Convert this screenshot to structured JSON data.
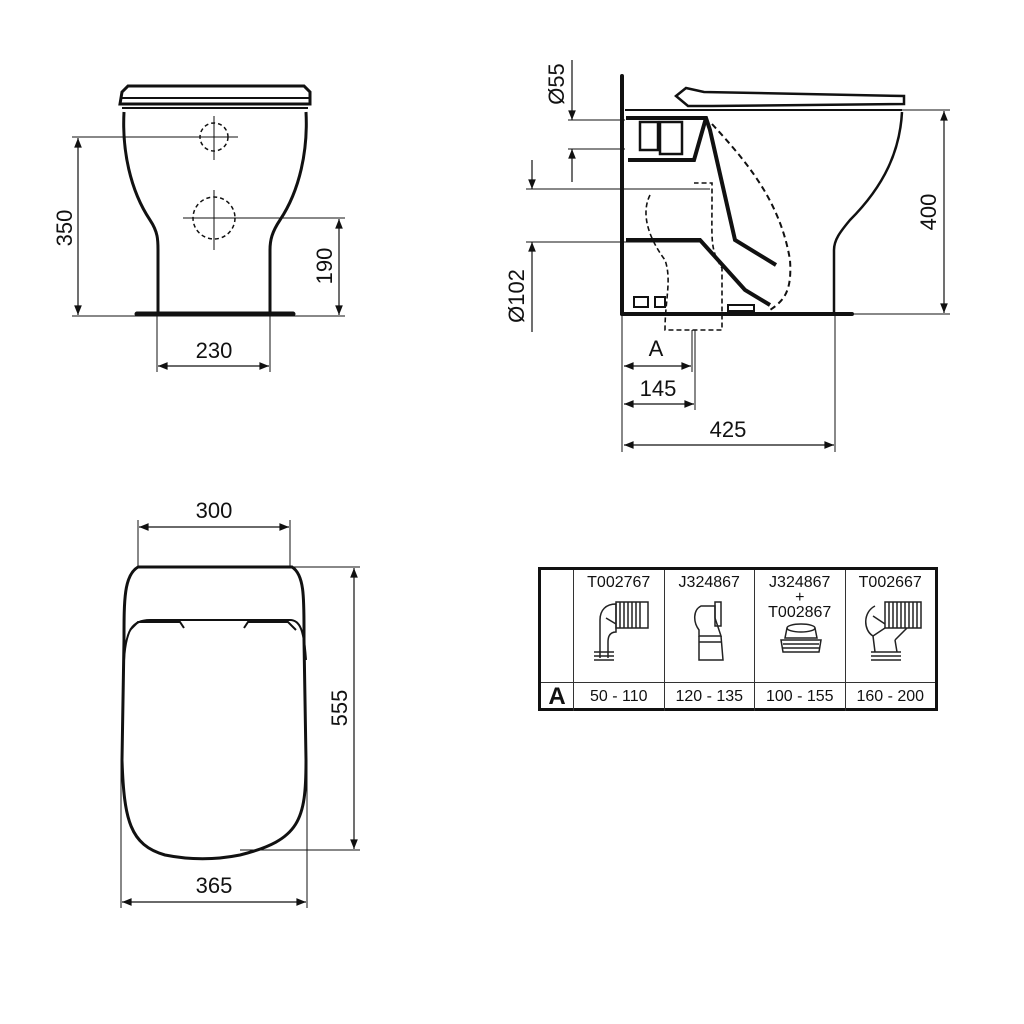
{
  "front_view": {
    "dim_height_total": "350",
    "dim_outlet_height": "190",
    "dim_base_width": "230"
  },
  "side_view": {
    "dim_inlet_diameter": "Ø55",
    "dim_outlet_diameter": "Ø102",
    "dim_height": "400",
    "dim_A": "A",
    "dim_outlet_offset": "145",
    "dim_depth": "425"
  },
  "top_view": {
    "dim_top_width": "300",
    "dim_length": "555",
    "dim_width": "365"
  },
  "connector_table": {
    "row_label": "A",
    "columns": [
      {
        "code": "T002767",
        "code2": "",
        "range": "50 - 110",
        "icon": "elbow-pan-connector-icon"
      },
      {
        "code": "J324867",
        "code2": "",
        "range": "120 - 135",
        "icon": "offset-pan-connector-icon"
      },
      {
        "code": "J324867",
        "plus": "+",
        "code2": "T002867",
        "range": "100 - 155",
        "icon": "floor-collar-connector-icon"
      },
      {
        "code": "T002667",
        "code2": "",
        "range": "160 - 200",
        "icon": "swept-elbow-connector-icon"
      }
    ]
  }
}
